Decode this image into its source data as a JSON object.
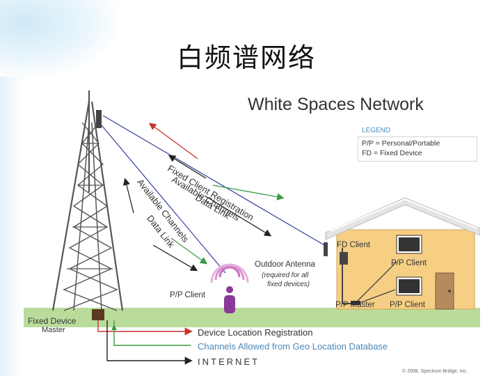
{
  "slide": {
    "title": "白频谱网络"
  },
  "diagram": {
    "title": "White Spaces Network",
    "legend": {
      "heading": "LEGEND",
      "lines": [
        "P/P = Personal/Portable",
        "FD =  Fixed Device"
      ]
    },
    "upper_link_labels": [
      "Fixed Client Registration",
      "Available Channels",
      "Data Link"
    ],
    "lower_link_labels": [
      "Available Channels",
      "Data Link"
    ],
    "devices": {
      "fixed_device_line1": "Fixed Device",
      "fixed_device_line2": "Master",
      "pp_client_field": "P/P Client",
      "outdoor_antenna": "Outdoor Antenna",
      "outdoor_note_line1": "(required for all",
      "outdoor_note_line2": "fixed devices)",
      "fd_client": "FD Client",
      "pp_client_house_upper": "P/P Client",
      "pp_master": "P/P Master",
      "pp_client_house_lower": "P/P Client"
    },
    "database_flows": {
      "flow1": "Device Location Registration",
      "flow2": "Channels Allowed from Geo Location Database",
      "flow3": "INTERNET"
    },
    "copyright": "© 2008, Spectrum Bridge, Inc.",
    "colors": {
      "red_arrow": "#c8312c",
      "green_arrow": "#3a9a44",
      "black_arrow": "#222222",
      "blue_line": "#2f3f9e",
      "house_wall": "#f6cf85",
      "roof": "#e4e4e4",
      "ground": "#b9dc9b",
      "device_purple": "#8a3a9a"
    }
  }
}
